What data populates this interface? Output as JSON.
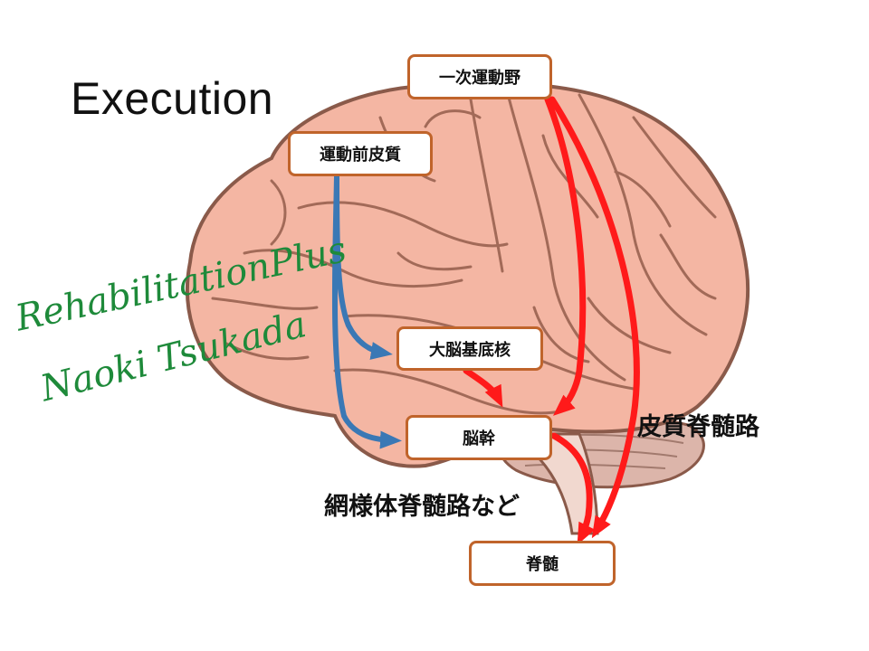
{
  "title": "Execution",
  "nodes": {
    "primary_motor": "一次運動野",
    "premotor": "運動前皮質",
    "basal_ganglia": "大脳基底核",
    "brainstem": "脳幹",
    "spinal_cord": "脊髄"
  },
  "labels": {
    "corticospinal": "皮質脊髄路",
    "reticulospinal": "網様体脊髄路など"
  },
  "watermark": {
    "line1": "RehabilitationPlus",
    "line2": "Naoki Tsukada"
  },
  "colors": {
    "brain_fill": "#f4b6a3",
    "brain_outline": "#8a5a4a",
    "cerebellum": "#d9b3a8",
    "box_border": "#c0642b",
    "red_pathway": "#ff1a1a",
    "blue_pathway": "#3a78b5",
    "watermark": "#1e8a3a"
  }
}
